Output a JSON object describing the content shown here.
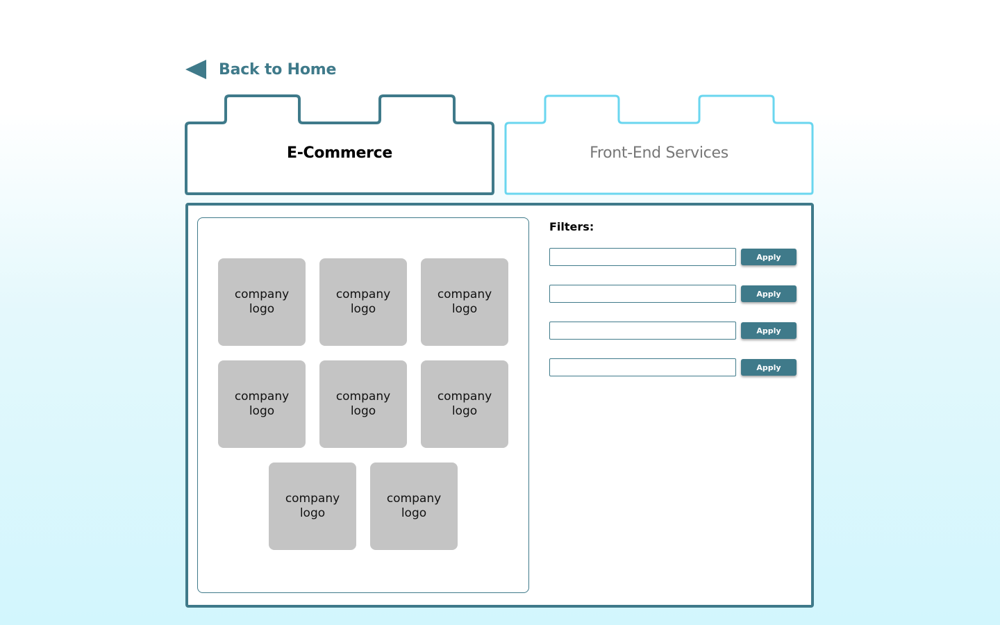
{
  "nav": {
    "back_label": "Back to Home",
    "back_icon": "triangle-left-icon"
  },
  "tabs": [
    {
      "label": "E-Commerce",
      "active": true,
      "border_color": "#3f7a8a"
    },
    {
      "label": "Front-End Services",
      "active": false,
      "border_color": "#6ad6ef"
    }
  ],
  "logos": [
    {
      "label": "company\nlogo"
    },
    {
      "label": "company\nlogo"
    },
    {
      "label": "company\nlogo"
    },
    {
      "label": "company\nlogo"
    },
    {
      "label": "company\nlogo"
    },
    {
      "label": "company\nlogo"
    },
    {
      "label": "company\nlogo"
    },
    {
      "label": "company\nlogo"
    }
  ],
  "filters": {
    "title": "Filters:",
    "rows": [
      {
        "value": "",
        "button_label": "Apply"
      },
      {
        "value": "",
        "button_label": "Apply"
      },
      {
        "value": "",
        "button_label": "Apply"
      },
      {
        "value": "",
        "button_label": "Apply"
      }
    ]
  },
  "colors": {
    "accent": "#3f7a8a",
    "inactive_tab": "#6ad6ef",
    "tile": "#c4c4c4"
  }
}
